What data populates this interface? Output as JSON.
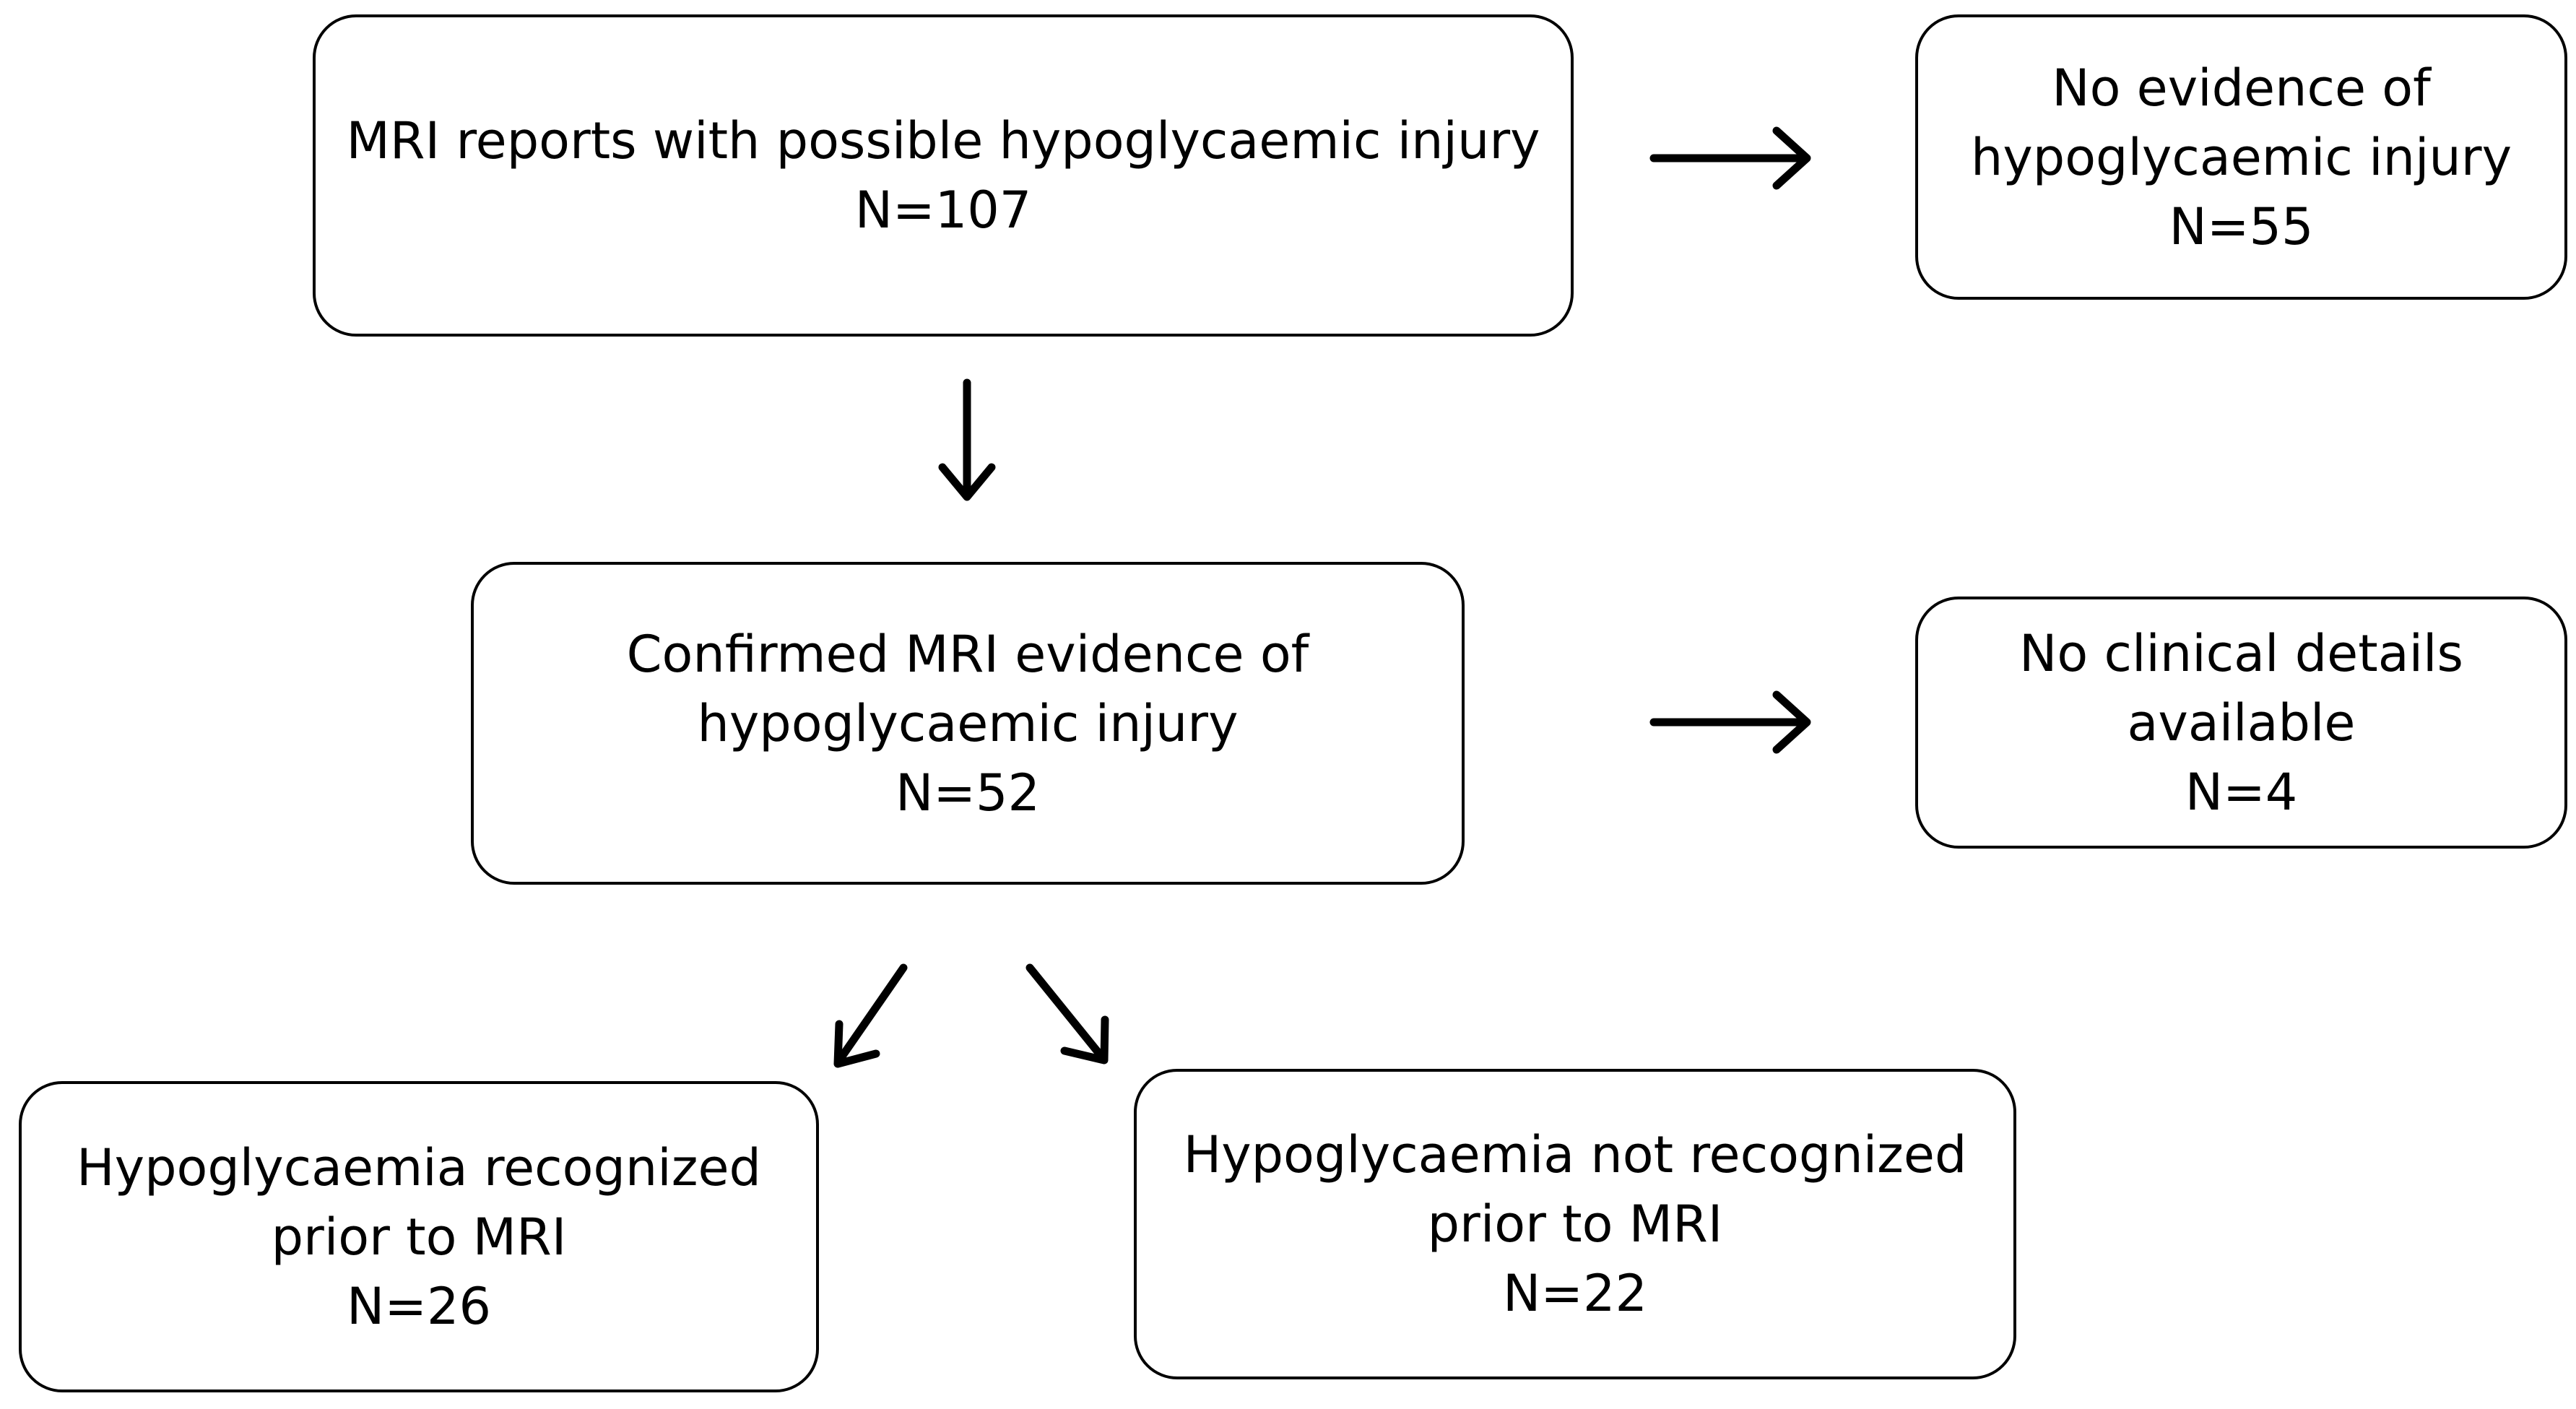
{
  "nodes": {
    "mri_reports": {
      "line1": "MRI reports with possible hypoglycaemic injury",
      "line2": "N=107"
    },
    "no_evidence": {
      "line1": "No evidence of",
      "line2": "hypoglycaemic injury",
      "line3": "N=55"
    },
    "confirmed": {
      "line1": "Confirmed MRI evidence of",
      "line2": "hypoglycaemic injury",
      "line3": "N=52"
    },
    "no_clinical": {
      "line1": "No clinical details",
      "line2": "available",
      "line3": "N=4"
    },
    "recognized": {
      "line1": "Hypoglycaemia recognized",
      "line2": "prior to MRI",
      "line3": "N=26"
    },
    "not_recognized": {
      "line1": "Hypoglycaemia not recognized",
      "line2": "prior to MRI",
      "line3": "N=22"
    }
  },
  "edges": [
    {
      "from": "mri_reports",
      "to": "no_evidence"
    },
    {
      "from": "mri_reports",
      "to": "confirmed"
    },
    {
      "from": "confirmed",
      "to": "no_clinical"
    },
    {
      "from": "confirmed",
      "to": "recognized"
    },
    {
      "from": "confirmed",
      "to": "not_recognized"
    }
  ]
}
